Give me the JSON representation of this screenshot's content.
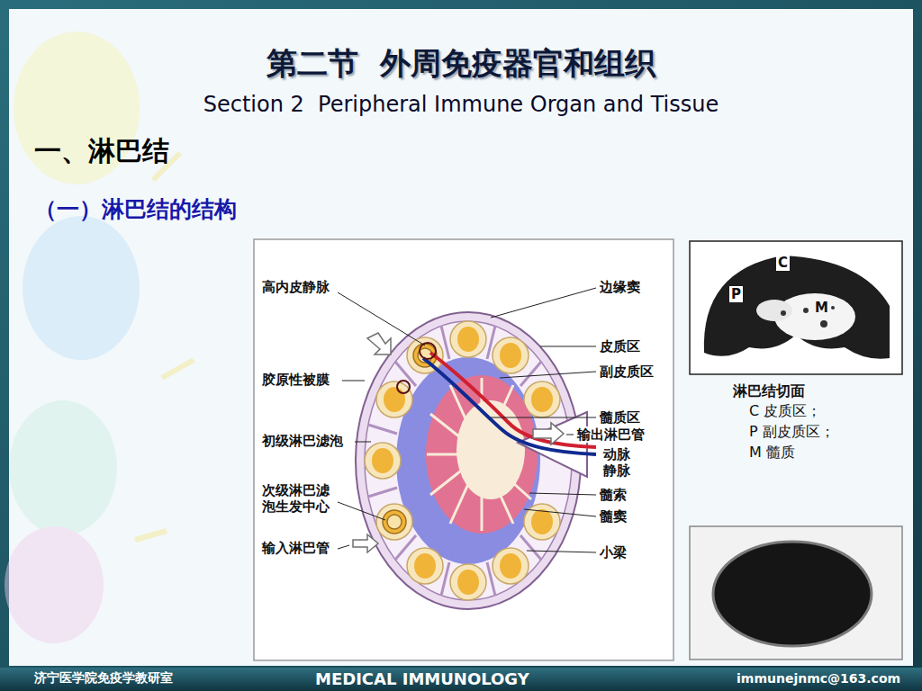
{
  "diagram": {
    "title": "第二节  外周免疫器官和组织",
    "labels": [
      "Section 2  Peripheral Immune Organ and Tissue",
      "一、淋巴结",
      "（一）淋巴结的结构",
      "高内皮静脉",
      "胶原性被膜",
      "初级淋巴滤泡",
      "次级淋巴滤泡生发中心",
      "输入淋巴管",
      "边缘窦",
      "皮质区",
      "副皮质区",
      "髓质区",
      "输出淋巴管",
      "动脉",
      "静脉",
      "髓索",
      "髓窦",
      "小梁",
      "C",
      "P",
      "M",
      "淋巴结切面",
      "C 皮质区；",
      "P 副皮质区；",
      "M 髓质",
      "济宁医学院免疫学教研室",
      "MEDICAL IMMUNOLOGY",
      "immunejnmc@163.com"
    ]
  }
}
